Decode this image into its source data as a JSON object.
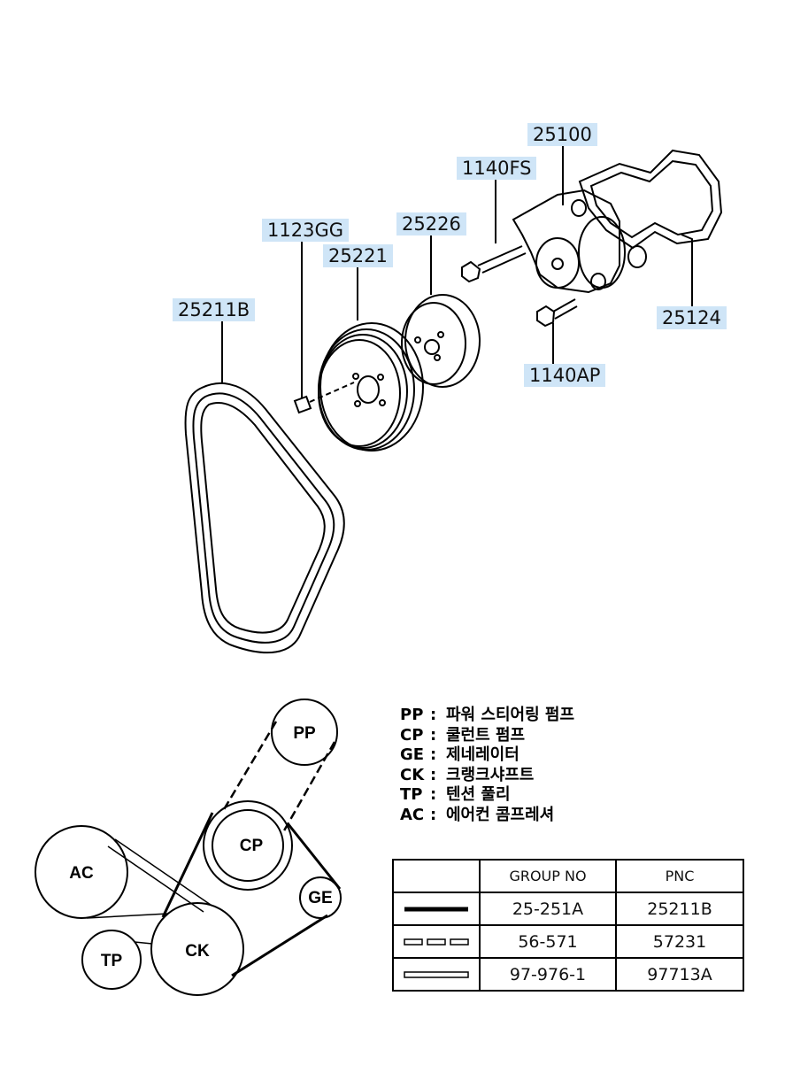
{
  "callouts": [
    {
      "id": "c25100",
      "label": "25100"
    },
    {
      "id": "c1140fs",
      "label": "1140FS"
    },
    {
      "id": "c1123gg",
      "label": "1123GG"
    },
    {
      "id": "c25226",
      "label": "25226"
    },
    {
      "id": "c25221",
      "label": "25221"
    },
    {
      "id": "c25211b",
      "label": "25211B"
    },
    {
      "id": "c25124",
      "label": "25124"
    },
    {
      "id": "c1140ap",
      "label": "1140AP"
    }
  ],
  "pulleys": {
    "pp": "PP",
    "cp": "CP",
    "ac": "AC",
    "ge": "GE",
    "tp": "TP",
    "ck": "CK"
  },
  "legend": [
    {
      "code": "PP",
      "sep": ":",
      "desc": "파워 스티어링 펌프"
    },
    {
      "code": "CP",
      "sep": ":",
      "desc": "쿨런트 펌프"
    },
    {
      "code": "GE",
      "sep": ":",
      "desc": "제네레이터"
    },
    {
      "code": "CK",
      "sep": ":",
      "desc": "크랭크샤프트"
    },
    {
      "code": "TP",
      "sep": ":",
      "desc": "텐션 풀리"
    },
    {
      "code": "AC",
      "sep": ":",
      "desc": "에어컨 콤프레셔"
    }
  ],
  "belt_table": {
    "headers": [
      "",
      "GROUP NO",
      "PNC"
    ],
    "rows": [
      {
        "line_style": "solid",
        "group_no": "25-251A",
        "pnc": "25211B"
      },
      {
        "line_style": "dashed-hollow",
        "group_no": "56-571",
        "pnc": "57231"
      },
      {
        "line_style": "hollow",
        "group_no": "97-976-1",
        "pnc": "97713A"
      }
    ]
  },
  "colors": {
    "callout_bg": "#cfe5f7",
    "line": "#000000"
  }
}
